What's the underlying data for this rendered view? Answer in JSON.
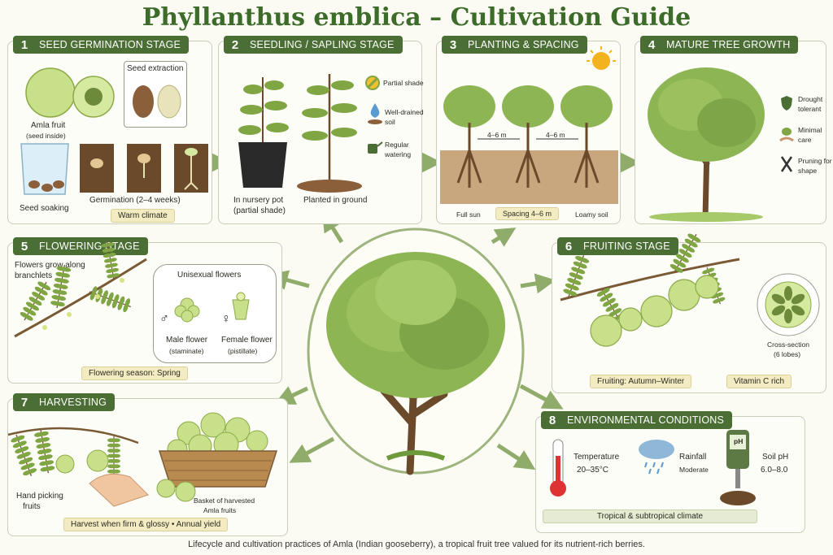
{
  "title": "Phyllanthus emblica – Cultivation Guide",
  "caption": "Lifecycle and cultivation practices of Amla (Indian gooseberry), a tropical fruit tree valued for its nutrient-rich berries.",
  "colors": {
    "accent": "#4a6e33",
    "leaf": "#7fa643",
    "fruit": "#c8e08a",
    "soil": "#8a5f3a",
    "label_bg": "#f3ecc2"
  },
  "stages": [
    {
      "num": "1",
      "title": "SEED GERMINATION STAGE",
      "labels": {
        "fruit": "Amla fruit",
        "fruit_sub": "(seed inside)",
        "extraction": "Seed extraction",
        "soaking": "Seed soaking",
        "germination": "Germination (2–4 weeks)"
      },
      "pill": "Warm climate"
    },
    {
      "num": "2",
      "title": "SEEDLING / SAPLING STAGE",
      "labels": {
        "pot": "In nursery pot",
        "pot_sub": "(partial shade)",
        "ground": "Planted in ground",
        "shade": "Partial shade",
        "soil_1": "Well-drained",
        "soil_2": "soil",
        "water_1": "Regular",
        "water_2": "watering"
      }
    },
    {
      "num": "3",
      "title": "PLANTING & SPACING",
      "labels": {
        "dist_1": "4–6 m",
        "dist_2": "4–6 m",
        "sun": "Full sun",
        "spacing": "Spacing 4–6 m",
        "soil": "Loamy soil"
      }
    },
    {
      "num": "4",
      "title": "MATURE TREE GROWTH",
      "labels": {
        "drought_1": "Drought",
        "drought_2": "tolerant",
        "care_1": "Minimal",
        "care_2": "care",
        "prune_1": "Pruning for",
        "prune_2": "shape"
      }
    },
    {
      "num": "5",
      "title": "FLOWERING STAGE",
      "labels": {
        "along_1": "Flowers grow along",
        "along_2": "branchlets",
        "unisexual": "Unisexual flowers",
        "male": "Male flower",
        "male_sub": "(staminate)",
        "female": "Female flower",
        "female_sub": "(pistillate)",
        "male_sym": "♂",
        "female_sym": "♀"
      },
      "pill": "Flowering season: Spring"
    },
    {
      "num": "6",
      "title": "FRUITING STAGE",
      "labels": {
        "cross_1": "Cross-section",
        "cross_2": "(6 lobes)"
      },
      "pills": [
        "Fruiting: Autumn–Winter",
        "Vitamin C rich"
      ]
    },
    {
      "num": "7",
      "title": "HARVESTING",
      "labels": {
        "hand_1": "Hand picking",
        "hand_2": "fruits",
        "basket_1": "Basket of harvested",
        "basket_2": "Amla fruits"
      },
      "pill": "Harvest when firm & glossy  •  Annual yield"
    },
    {
      "num": "8",
      "title": "ENVIRONMENTAL CONDITIONS",
      "labels": {
        "temp": "Temperature",
        "temp_val": "20–35°C",
        "rain": "Rainfall",
        "rain_val": "Moderate",
        "ph": "Soil pH",
        "ph_val": "6.0–8.0",
        "ph_meter": "pH"
      },
      "pill": "Tropical & subtropical climate"
    }
  ],
  "icons": [
    "amla-fruit-icon",
    "seed-icon",
    "beaker-icon",
    "sprout-icon",
    "pot-icon",
    "sapling-icon",
    "shade-icon",
    "drop-icon",
    "watering-can-icon",
    "sun-icon",
    "tree-icon",
    "shield-icon",
    "hand-leaf-icon",
    "pruner-icon",
    "flower-icon",
    "fruit-cross-section-icon",
    "basket-icon",
    "thermometer-icon",
    "rain-cloud-icon",
    "ph-meter-icon"
  ]
}
